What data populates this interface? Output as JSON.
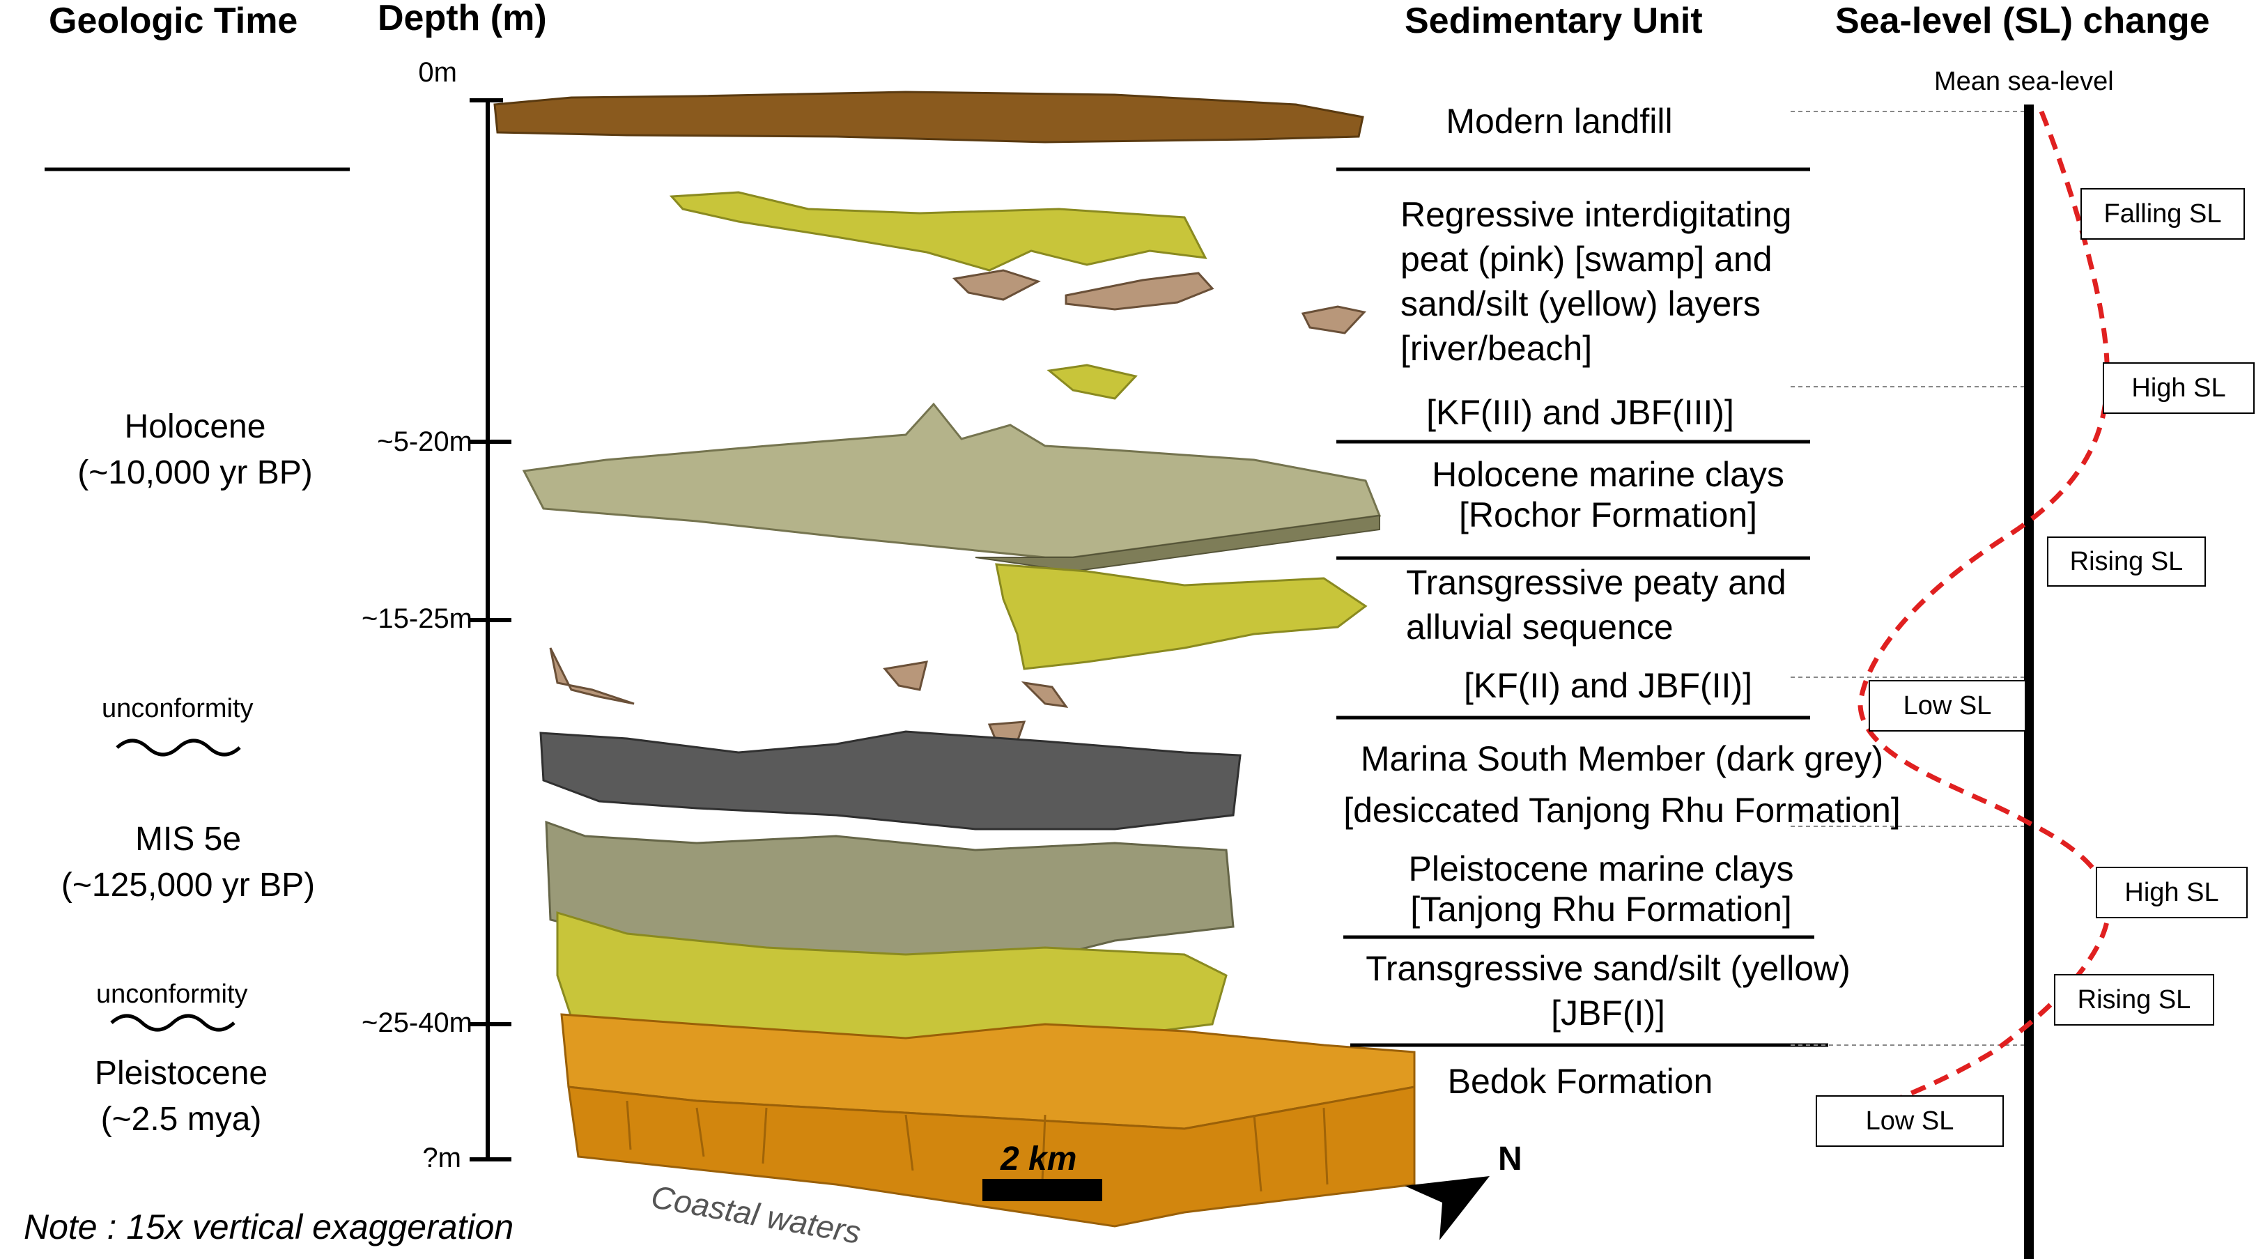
{
  "headers": {
    "geologic_time": "Geologic Time",
    "depth": "Depth (m)",
    "sedimentary_unit": "Sedimentary Unit",
    "sea_level": "Sea-level (SL) change"
  },
  "eras": {
    "holocene": [
      "Holocene",
      "(~10,000 yr BP)"
    ],
    "mis5e": [
      "MIS 5e",
      "(~125,000 yr BP)"
    ],
    "pleistocene": [
      "Pleistocene",
      "(~2.5 mya)"
    ],
    "unconformity_label": "unconformity"
  },
  "depth_ticks": [
    "0m",
    "~5-20m",
    "~15-25m",
    "~25-40m",
    "?m"
  ],
  "units": {
    "modern_landfill": "Modern landfill",
    "regressive": [
      "Regressive interdigitating",
      "peat (pink) [swamp] and",
      "sand/silt (yellow) layers",
      "[river/beach]"
    ],
    "kf3": "[KF(III) and JBF(III)]",
    "holocene_clays": [
      "Holocene marine clays",
      "[Rochor Formation]"
    ],
    "transgressive_peaty": [
      "Transgressive peaty and",
      "alluvial sequence"
    ],
    "kf2": "[KF(II) and JBF(II)]",
    "marina_south": [
      "Marina South Member (dark grey)",
      "[desiccated Tanjong Rhu Formation]"
    ],
    "pleistocene_clays": [
      "Pleistocene marine clays",
      "[Tanjong Rhu Formation]"
    ],
    "transgressive_sand": [
      "Transgressive sand/silt (yellow)",
      "[JBF(I)]"
    ],
    "bedok": "Bedok Formation"
  },
  "sea_level": {
    "mean_label": "Mean sea-level",
    "boxes": [
      "Falling SL",
      "High SL",
      "Rising SL",
      "Low SL",
      "High SL",
      "Rising SL",
      "Low SL"
    ],
    "curve_color": "#e02020"
  },
  "scale_bar": "2 km",
  "north": "N",
  "coastal_waters": "Coastal waters",
  "note": "Note : 15x vertical exaggeration",
  "colors": {
    "landfill": "#8a5a1e",
    "yellow_sand": "#c8c53a",
    "peat": "#b8977a",
    "holocene_clay": "#b4b38a",
    "marina_dark": "#5a5a5a",
    "pleistocene_clay": "#9a9a78",
    "bedok": "#d68a14"
  }
}
